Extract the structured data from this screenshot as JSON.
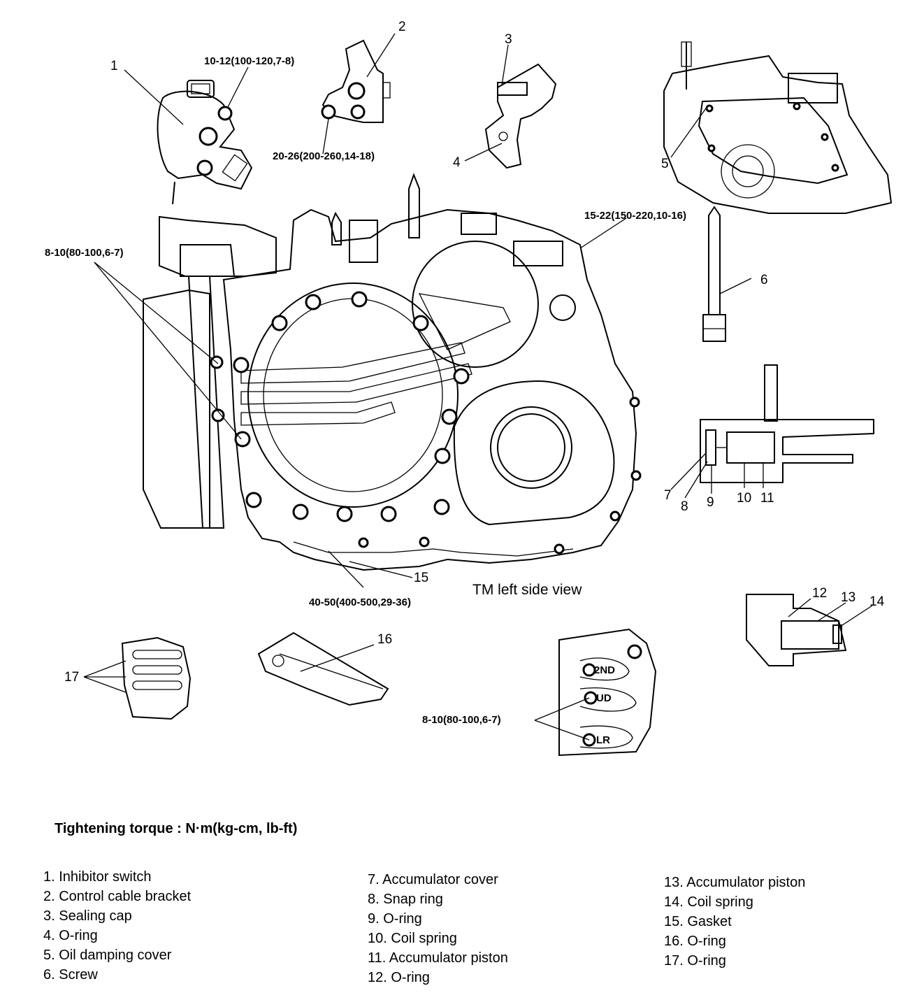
{
  "diagram": {
    "view_label": "TM left side view",
    "torque_specs": {
      "t1": "10-12(100-120,7-8)",
      "t2": "20-26(200-260,14-18)",
      "t3": "15-22(150-220,10-16)",
      "t4": "8-10(80-100,6-7)",
      "t5": "40-50(400-500,29-36)",
      "t6": "8-10(80-100,6-7)"
    },
    "callouts": [
      "1",
      "2",
      "3",
      "4",
      "5",
      "6",
      "7",
      "8",
      "9",
      "10",
      "11",
      "12",
      "13",
      "14",
      "15",
      "16",
      "17"
    ],
    "valve_body_labels": [
      "2ND",
      "UD",
      "LR"
    ]
  },
  "legend": {
    "title": "Tightening torque : N·m(kg-cm, lb-ft)",
    "col1": [
      "1. Inhibitor switch",
      "2. Control cable bracket",
      "3. Sealing cap",
      "4. O-ring",
      "5. Oil damping cover",
      "6. Screw"
    ],
    "col2": [
      "7. Accumulator cover",
      "8. Snap ring",
      "9. O-ring",
      "10. Coil spring",
      "11. Accumulator piston",
      "12. O-ring"
    ],
    "col3": [
      "13. Accumulator piston",
      "14. Coil spring",
      "15. Gasket",
      "16. O-ring",
      "17. O-ring"
    ]
  }
}
